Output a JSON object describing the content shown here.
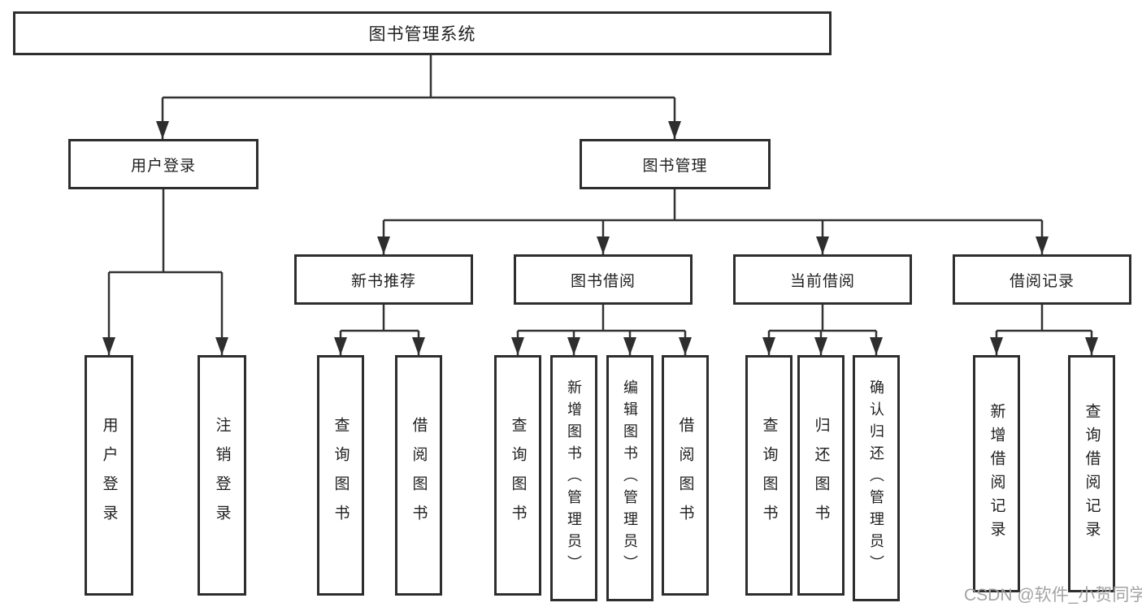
{
  "root": {
    "label": "图书管理系统"
  },
  "branches": [
    {
      "label": "用户登录",
      "children": [
        {
          "label": "用户登录"
        },
        {
          "label": "注销登录"
        }
      ]
    },
    {
      "label": "图书管理",
      "groups": [
        {
          "label": "新书推荐",
          "children": [
            {
              "label": "查询图书"
            },
            {
              "label": "借阅图书"
            }
          ]
        },
        {
          "label": "图书借阅",
          "children": [
            {
              "label": "查询图书"
            },
            {
              "label": "新增图书（管理员）"
            },
            {
              "label": "编辑图书（管理员）"
            },
            {
              "label": "借阅图书"
            }
          ]
        },
        {
          "label": "当前借阅",
          "children": [
            {
              "label": "查询图书"
            },
            {
              "label": "归还图书"
            },
            {
              "label": "确认归还（管理员）"
            }
          ]
        },
        {
          "label": "借阅记录",
          "children": [
            {
              "label": "新增借阅记录"
            },
            {
              "label": "查询借阅记录"
            }
          ]
        }
      ]
    }
  ],
  "watermark": {
    "text": "CSDN @软件_小贺同学"
  },
  "colors": {
    "line": "#333333",
    "box_border": "#2e2e2e",
    "box_background": "#ffffff",
    "text": "#1f1f1f",
    "watermark": "#a3a3a3"
  }
}
